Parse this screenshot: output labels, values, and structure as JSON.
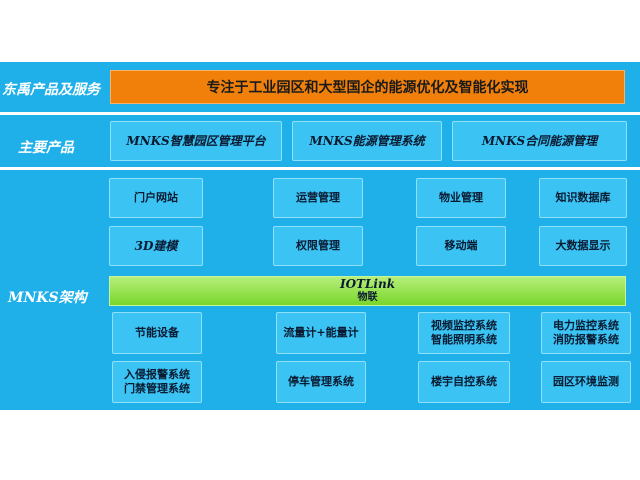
{
  "services": {
    "label": "东禹产品及服务",
    "summary": "专注于工业园区和大型国企的能源优化及智能化实现"
  },
  "products": {
    "label": "主要产品",
    "items": [
      "MNKS智慧园区管理平台",
      "MNKS能源管理系统",
      "MNKS合同能源管理"
    ]
  },
  "architecture": {
    "label": "MNKS架构",
    "upper_row1": [
      "门户网站",
      "运营管理",
      "物业管理",
      "知识数据库"
    ],
    "upper_row2": [
      "3D建模",
      "权限管理",
      "移动端",
      "大数据显示"
    ],
    "iot": {
      "title": "IOTLink",
      "subtitle": "物联"
    },
    "lower_row1": [
      [
        "节能设备"
      ],
      [
        "流量计+能量计"
      ],
      [
        "视频监控系统",
        "智能照明系统"
      ],
      [
        "电力监控系统",
        "消防报警系统"
      ]
    ],
    "lower_row2": [
      [
        "入侵报警系统",
        "门禁管理系统"
      ],
      [
        "停车管理系统"
      ],
      [
        "楼宇自控系统"
      ],
      [
        "园区环境监测"
      ]
    ]
  },
  "colors": {
    "band": "#1fb0ea",
    "box": "#3ac3f3",
    "summary": "#f0800a",
    "iot": "#79d62a"
  }
}
